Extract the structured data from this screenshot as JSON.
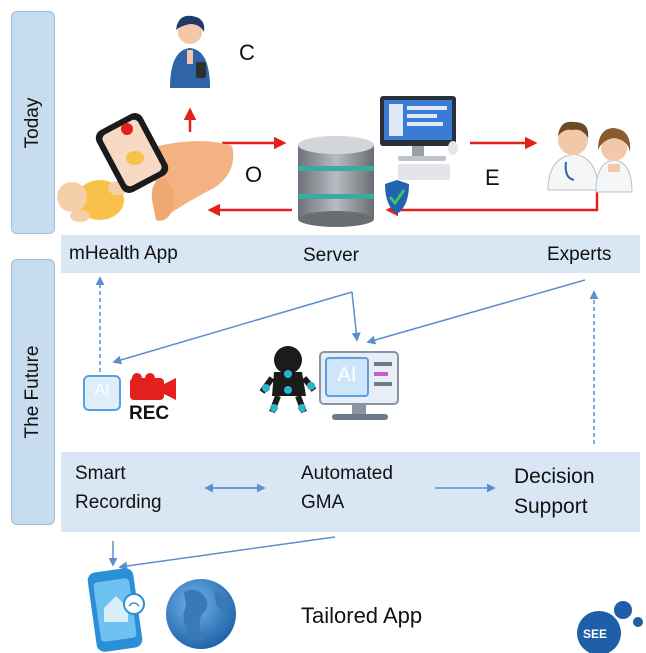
{
  "sections": {
    "today": "Today",
    "future": "The Future"
  },
  "today_labels": {
    "app": "mHealth App",
    "server": "Server",
    "experts": "Experts"
  },
  "flow_letters": {
    "c": "C",
    "o": "O",
    "e": "E"
  },
  "future_labels": {
    "smart_recording": [
      "Smart",
      "Recording"
    ],
    "automated_gma": [
      "Automated",
      "GMA"
    ],
    "decision_support": [
      "Decision",
      "Support"
    ]
  },
  "icons": {
    "ai_badge": "AI",
    "rec": "REC",
    "logo": "SEE"
  },
  "bottom": {
    "tailored_app": "Tailored App"
  },
  "colors": {
    "tab_fill": "#c7dcef",
    "band_fill": "#d9e6f3",
    "arrow_red": "#e3201b",
    "arrow_blue": "#5b8fcf",
    "logo_blue": "#1f5fa8"
  }
}
